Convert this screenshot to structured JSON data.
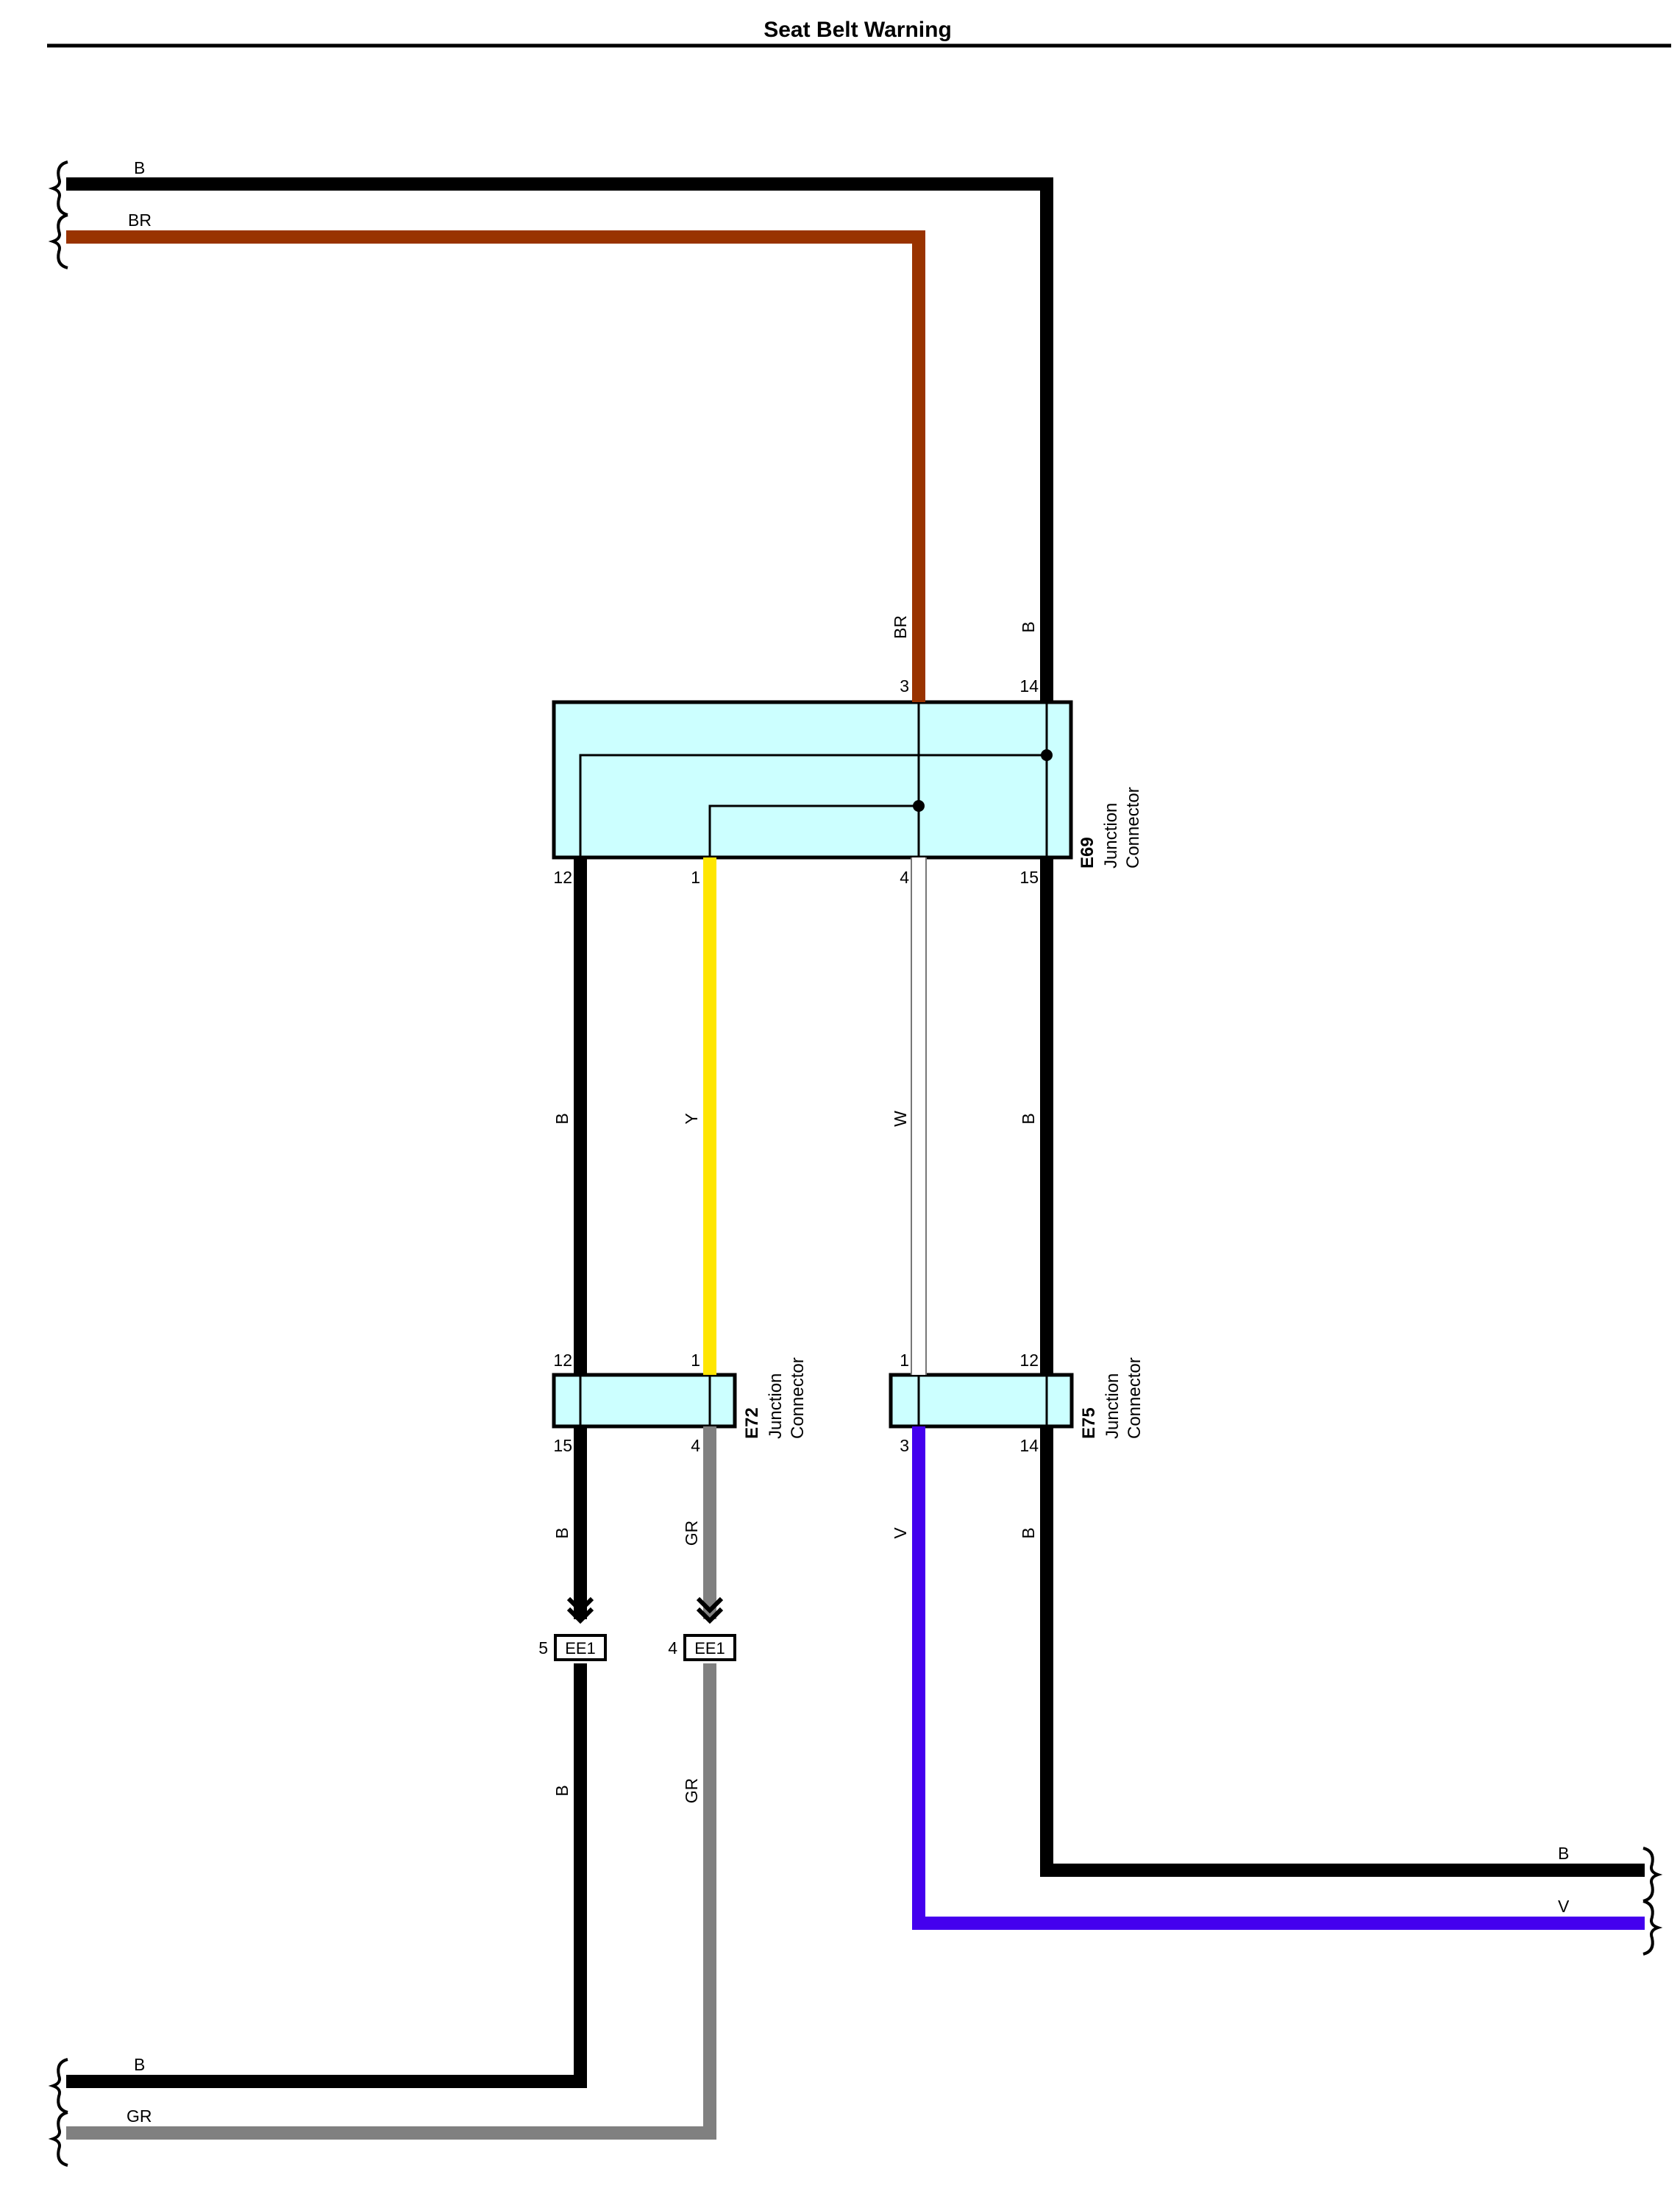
{
  "page": {
    "title": "Seat Belt Warning"
  },
  "colors": {
    "B": "#000000",
    "BR": "#993300",
    "Y": "#ffe600",
    "W": "#ffffff",
    "GR": "#808080",
    "V": "#4400ee",
    "connector_fill": "#ccffff"
  },
  "wires": {
    "top_b": "B",
    "top_br": "BR",
    "e69_in_br": "BR",
    "e69_in_b": "B",
    "mid_b_left": "B",
    "mid_y": "Y",
    "mid_w": "W",
    "mid_b_right": "B",
    "e72_out_b": "B",
    "e72_out_gr": "GR",
    "e75_out_v": "V",
    "e75_out_b": "B",
    "low_b": "B",
    "low_gr": "GR",
    "right_b": "B",
    "right_v": "V",
    "bottom_b": "B",
    "bottom_gr": "GR"
  },
  "connectors": {
    "e69": {
      "id": "E69",
      "desc1": "Junction",
      "desc2": "Connector",
      "pins": {
        "p3": "3",
        "p14": "14",
        "p12": "12",
        "p1": "1",
        "p4": "4",
        "p15": "15"
      }
    },
    "e72": {
      "id": "E72",
      "desc1": "Junction",
      "desc2": "Connector",
      "pins": {
        "p12": "12",
        "p1": "1",
        "p15": "15",
        "p4": "4"
      }
    },
    "e75": {
      "id": "E75",
      "desc1": "Junction",
      "desc2": "Connector",
      "pins": {
        "p1": "1",
        "p12": "12",
        "p3": "3",
        "p14": "14"
      }
    },
    "ee1_left": {
      "pin": "5",
      "label": "EE1"
    },
    "ee1_right": {
      "pin": "4",
      "label": "EE1"
    }
  }
}
